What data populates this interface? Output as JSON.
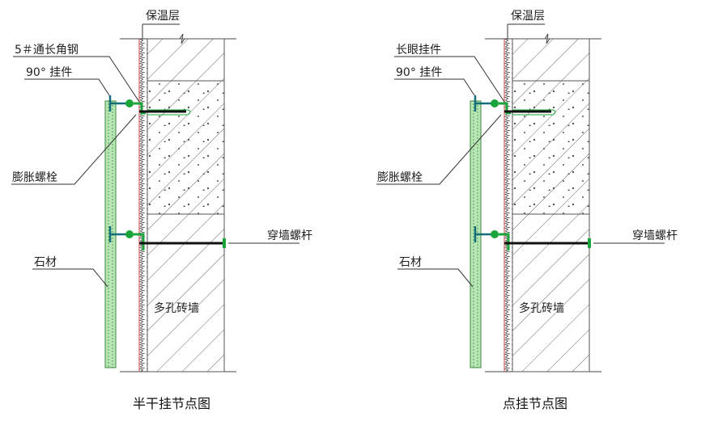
{
  "left": {
    "caption": "半干挂节点图",
    "insulation": "保温层",
    "angle_steel": "5＃通长角钢",
    "hanger": "90°  挂件",
    "expansion_bolt": "膨胀螺栓",
    "stone": "石材",
    "brick_wall": "多孔砖墙",
    "through_rod": "穿墙螺杆"
  },
  "right": {
    "caption": "点挂节点图",
    "insulation": "保温层",
    "slot_hanger": "长眼挂件",
    "hanger": "90°  挂件",
    "expansion_bolt": "膨胀螺栓",
    "stone": "石材",
    "brick_wall": "多孔砖墙",
    "through_rod": "穿墙螺杆"
  },
  "colors": {
    "stone": "#9ed79a",
    "bracket": "#1aa53a",
    "insulation_edge": "#d06060"
  }
}
